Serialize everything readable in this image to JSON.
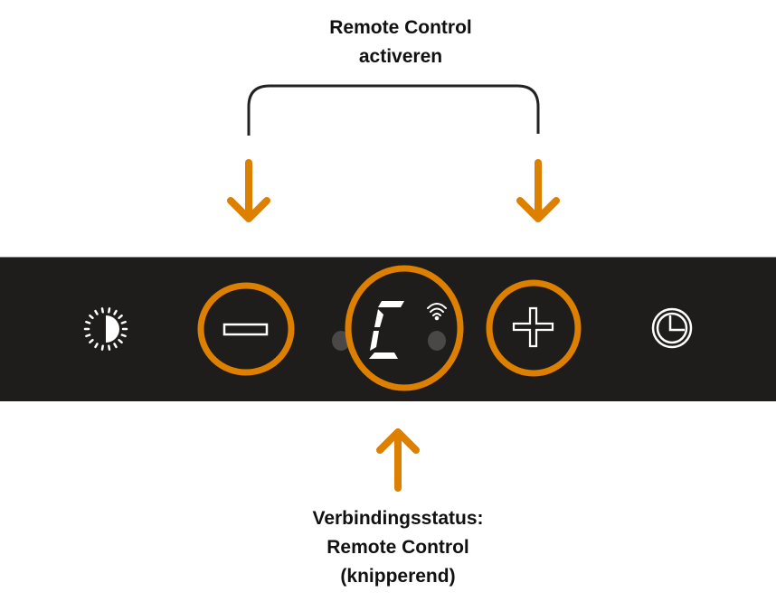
{
  "top_label": {
    "line1": "Remote Control",
    "line2": "activeren"
  },
  "bottom_label": {
    "line1": "Verbindingsstatus:",
    "line2": "Remote Control",
    "line3": "(knipperend)"
  },
  "display": {
    "character": "C"
  },
  "colors": {
    "accent": "#dd8000",
    "panel": "#1f1d1c",
    "bracket": "#222222"
  },
  "icons": [
    "brightness-icon",
    "minus-icon",
    "wifi-icon",
    "plus-icon",
    "timer-icon"
  ]
}
